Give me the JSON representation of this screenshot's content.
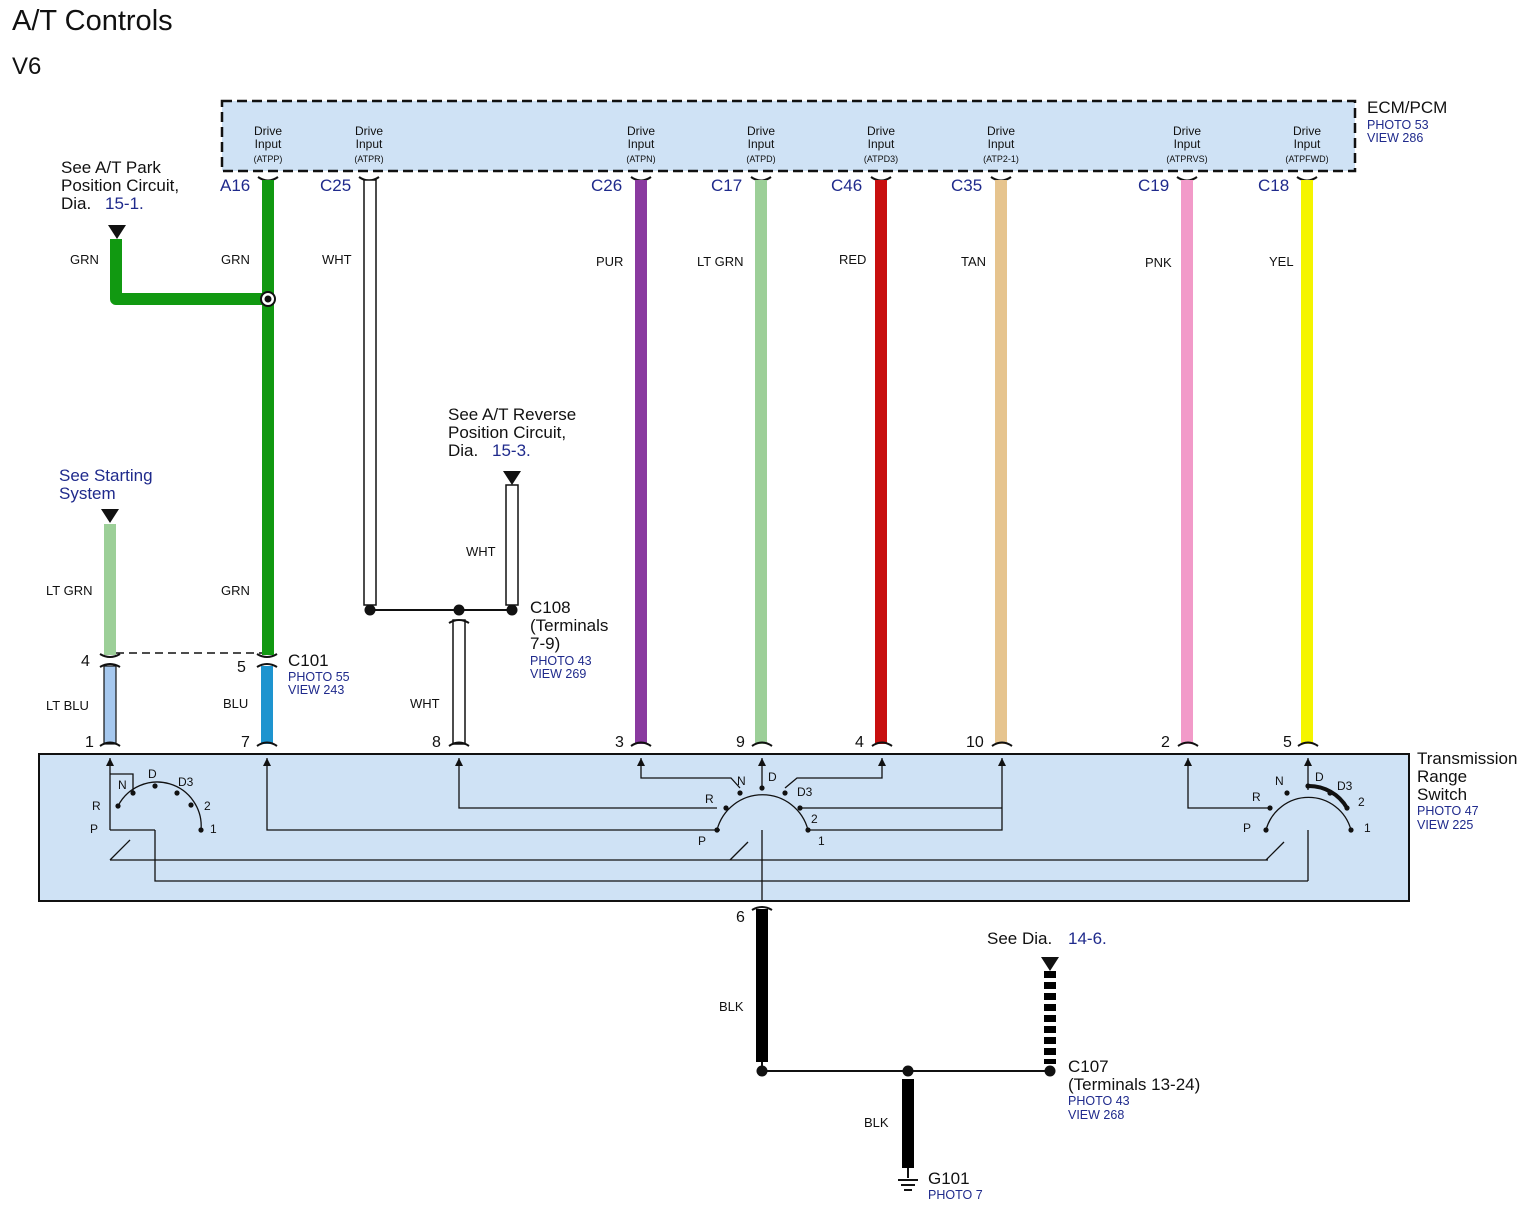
{
  "title": "A/T Controls",
  "subtitle": "V6",
  "colors": {
    "box_fill": "#cfe2f5",
    "link_blue": "#1f2a8c",
    "GRN": "#119911",
    "WHT": "#ffffff",
    "PUR": "#8a3aa0",
    "LT_GRN": "#9ccf98",
    "RED": "#c80f0f",
    "TAN": "#e6c48e",
    "PNK": "#f29ac9",
    "YEL": "#f5f500",
    "LT_BLU": "#a6c8ee",
    "BLU": "#1e94cf",
    "BLK": "#000000"
  },
  "ecm": {
    "name": "ECM/PCM",
    "photo": "PHOTO 53",
    "view": "VIEW 286",
    "pins": [
      {
        "l1": "Drive",
        "l2": "Input",
        "code": "(ATPP)",
        "pin": "A16",
        "color": "GRN"
      },
      {
        "l1": "Drive",
        "l2": "Input",
        "code": "(ATPR)",
        "pin": "C25",
        "color": "WHT"
      },
      {
        "l1": "Drive",
        "l2": "Input",
        "code": "(ATPN)",
        "pin": "C26",
        "color": "PUR"
      },
      {
        "l1": "Drive",
        "l2": "Input",
        "code": "(ATPD)",
        "pin": "C17",
        "color": "LT GRN"
      },
      {
        "l1": "Drive",
        "l2": "Input",
        "code": "(ATPD3)",
        "pin": "C46",
        "color": "RED"
      },
      {
        "l1": "Drive",
        "l2": "Input",
        "code": "(ATP2-1)",
        "pin": "C35",
        "color": "TAN"
      },
      {
        "l1": "Drive",
        "l2": "Input",
        "code": "(ATPRVS)",
        "pin": "C19",
        "color": "PNK"
      },
      {
        "l1": "Drive",
        "l2": "Input",
        "code": "(ATPFWD)",
        "pin": "C18",
        "color": "YEL"
      }
    ]
  },
  "refs": {
    "park": {
      "l1": "See A/T Park",
      "l2": "Position Circuit,",
      "l3": "Dia.",
      "link": "15-1."
    },
    "reverse": {
      "l1": "See A/T Reverse",
      "l2": "Position Circuit,",
      "l3": "Dia.",
      "link": "15-3."
    },
    "starting": {
      "l1": "See Starting",
      "l2": "System"
    },
    "dia14": {
      "l1": "See Dia.",
      "link": "14-6."
    }
  },
  "left_wires": {
    "park_color": "GRN",
    "a16_color": "GRN",
    "lower_a16_color": "GRN",
    "start_color": "LT GRN",
    "c108_color": "WHT",
    "c108_down_color": "WHT"
  },
  "c101": {
    "name": "C101",
    "photo": "PHOTO 55",
    "view": "VIEW 243",
    "pin_left": "4",
    "pin_right": "5",
    "wire_left": "LT BLU",
    "wire_right": "BLU"
  },
  "c108": {
    "name": "C108",
    "l2": "(Terminals",
    "l3": "7-9)",
    "photo": "PHOTO 43",
    "view": "VIEW 269"
  },
  "switch": {
    "l1": "Transmission",
    "l2": "Range",
    "l3": "Switch",
    "photo": "PHOTO 47",
    "view": "VIEW 225",
    "terminals": [
      "1",
      "7",
      "8",
      "3",
      "9",
      "4",
      "10",
      "2",
      "5"
    ],
    "bottom_terminal": "6",
    "positions": {
      "p": "P",
      "r": "R",
      "n": "N",
      "d": "D",
      "d3": "D3",
      "two": "2",
      "one": "1"
    }
  },
  "ground": {
    "wire1": "BLK",
    "wire2": "BLK",
    "c107": {
      "name": "C107",
      "l2": "(Terminals 13-24)",
      "photo": "PHOTO 43",
      "view": "VIEW 268"
    },
    "g101": {
      "name": "G101",
      "photo": "PHOTO 7"
    }
  }
}
